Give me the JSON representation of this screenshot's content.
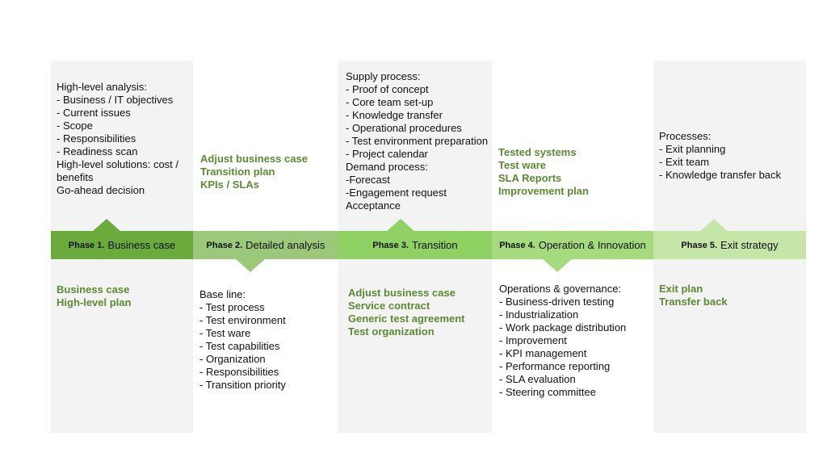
{
  "phases": [
    {
      "label_bold": "Phase 1.",
      "label": "Business case",
      "top_block": {
        "style": "plain",
        "lines": [
          "High-level analysis:",
          "- Business / IT objectives",
          "- Current issues",
          "- Scope",
          "- Responsibilities",
          "- Readiness scan",
          "High-level solutions: cost /",
          "benefits",
          "Go-ahead decision"
        ]
      },
      "bottom_block": {
        "style": "green",
        "lines": [
          "Business case",
          "High-level plan"
        ]
      }
    },
    {
      "label_bold": "Phase 2.",
      "label": "Detailed analysis",
      "top_block": {
        "style": "green",
        "lines": [
          "Adjust business case",
          "Transition plan",
          "KPIs / SLAs"
        ]
      },
      "bottom_block": {
        "style": "plain",
        "lines": [
          "Base line:",
          "- Test process",
          "- Test environment",
          "- Test ware",
          "- Test capabilities",
          "- Organization",
          "- Responsibilities",
          "- Transition priority"
        ]
      }
    },
    {
      "label_bold": "Phase 3.",
      "label": "Transition",
      "top_block": {
        "style": "plain",
        "lines": [
          "Supply process:",
          "- Proof of concept",
          "- Core team set-up",
          "- Knowledge transfer",
          "- Operational procedures",
          "- Test environment preparation",
          "- Project calendar",
          "Demand process:",
          "-Forecast",
          "-Engagement request",
          "Acceptance"
        ]
      },
      "bottom_block": {
        "style": "green",
        "lines": [
          "Adjust business case",
          "Service contract",
          "Generic test agreement",
          "Test organization"
        ]
      }
    },
    {
      "label_bold": "Phase 4.",
      "label": "Operation & Innovation",
      "top_block": {
        "style": "green",
        "lines": [
          "Tested systems",
          "Test ware",
          "SLA Reports",
          "Improvement plan"
        ]
      },
      "bottom_block": {
        "style": "plain",
        "lines": [
          "Operations & governance:",
          "- Business-driven testing",
          "- Industrialization",
          "- Work package distribution",
          "- Improvement",
          "- KPI management",
          "- Performance reporting",
          "- SLA evaluation",
          "- Steering committee"
        ]
      }
    },
    {
      "label_bold": "Phase 5.",
      "label": "Exit strategy",
      "top_block": {
        "style": "plain",
        "lines": [
          "Processes:",
          "- Exit planning",
          "- Exit team",
          "- Knowledge transfer back"
        ]
      },
      "bottom_block": {
        "style": "green",
        "lines": [
          "Exit plan",
          "Transfer back"
        ]
      }
    }
  ],
  "colors": {
    "band": [
      "#6aab3c",
      "#9cc87a",
      "#8fd162",
      "#a5db7d",
      "#c6e6a8"
    ],
    "text_green": "#5b8a32",
    "column_bg": "#f3f3f3"
  }
}
